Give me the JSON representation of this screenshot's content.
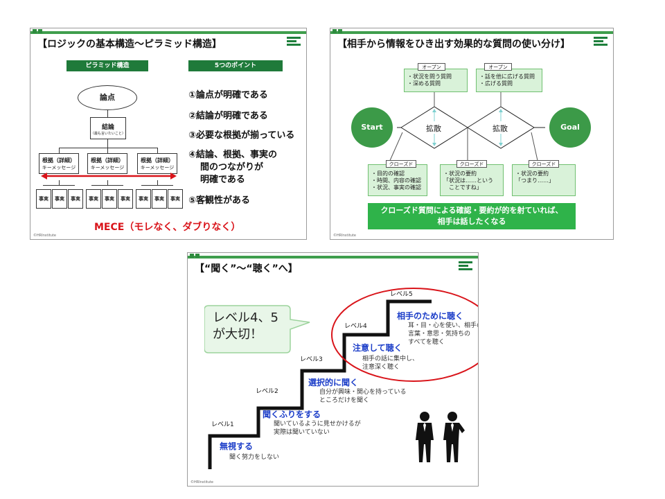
{
  "slide1": {
    "title": "【ロジックの基本構造～ピラミッド構造】",
    "left_header": "ピラミッド構造",
    "right_header": "5つのポイント",
    "top_node": "論点",
    "conclusion": "結論",
    "conclusion_sub": "（最も言いたいこと）",
    "ground_label": "根拠（詳細）",
    "ground_sub": "キーメッセージ",
    "fact_label": "事実",
    "points": [
      "①論点が明確である",
      "②結論が明確である",
      "③必要な根拠が揃っている",
      "④結論、根拠、事実の",
      "間のつながりが",
      "明確である",
      "⑤客観性がある"
    ],
    "footer": "MECE（モレなく、ダブりなく）",
    "copyright": "©HRInstitute"
  },
  "slide2": {
    "title": "【相手から情報をひき出す効果的な質問の使い分け】",
    "open_label": "オープン",
    "open_box1": [
      "・状況を問う質問",
      "・深める質問"
    ],
    "open_box2": [
      "・話を他に広げる質問",
      "・広げる質問"
    ],
    "start": "Start",
    "goal": "Goal",
    "diverge": "拡散",
    "closed_label": "クローズド",
    "closed_box1": [
      "・目的の確認",
      "・時間、内容の確認",
      "・状況、事実の確認"
    ],
    "closed_box2": [
      "・状況の要約",
      "「状況は……という",
      "ことですね」"
    ],
    "closed_box3": [
      "・状況の要約",
      "「つまり……」"
    ],
    "banner_line1": "クローズド質問による確認・要約が的を射ていれば、",
    "banner_line2": "相手は話したくなる",
    "copyright": "©HRInstitute"
  },
  "slide3": {
    "title": "【“聞く”～“聴く”へ】",
    "bubble_line1": "レベル4、5",
    "bubble_line2": "が大切！",
    "levels": [
      {
        "level": "レベル1",
        "heading": "無視する",
        "desc": [
          "聞く努力をしない"
        ]
      },
      {
        "level": "レベル2",
        "heading": "聞くふりをする",
        "desc": [
          "聞いているように見せかけるが",
          "実際は聞いていない"
        ]
      },
      {
        "level": "レベル3",
        "heading": "選択的に聞く",
        "desc": [
          "自分が興味・関心を持っている",
          "ところだけを聞く"
        ]
      },
      {
        "level": "レベル4",
        "heading": "注意して聴く",
        "desc": [
          "相手の話に集中し、",
          "注意深く聴く"
        ]
      },
      {
        "level": "レベル5",
        "heading": "相手のために聴く",
        "desc": [
          "耳・目・心を使い、相手の",
          "言葉・意思・気持ちの",
          "すべてを聴く"
        ]
      }
    ],
    "copyright": "©HRInstitute"
  },
  "colors": {
    "accent_green": "#1f7a3a",
    "light_green": "#d9f2d9",
    "red": "#d9141a",
    "blue": "#1a3cc8"
  }
}
